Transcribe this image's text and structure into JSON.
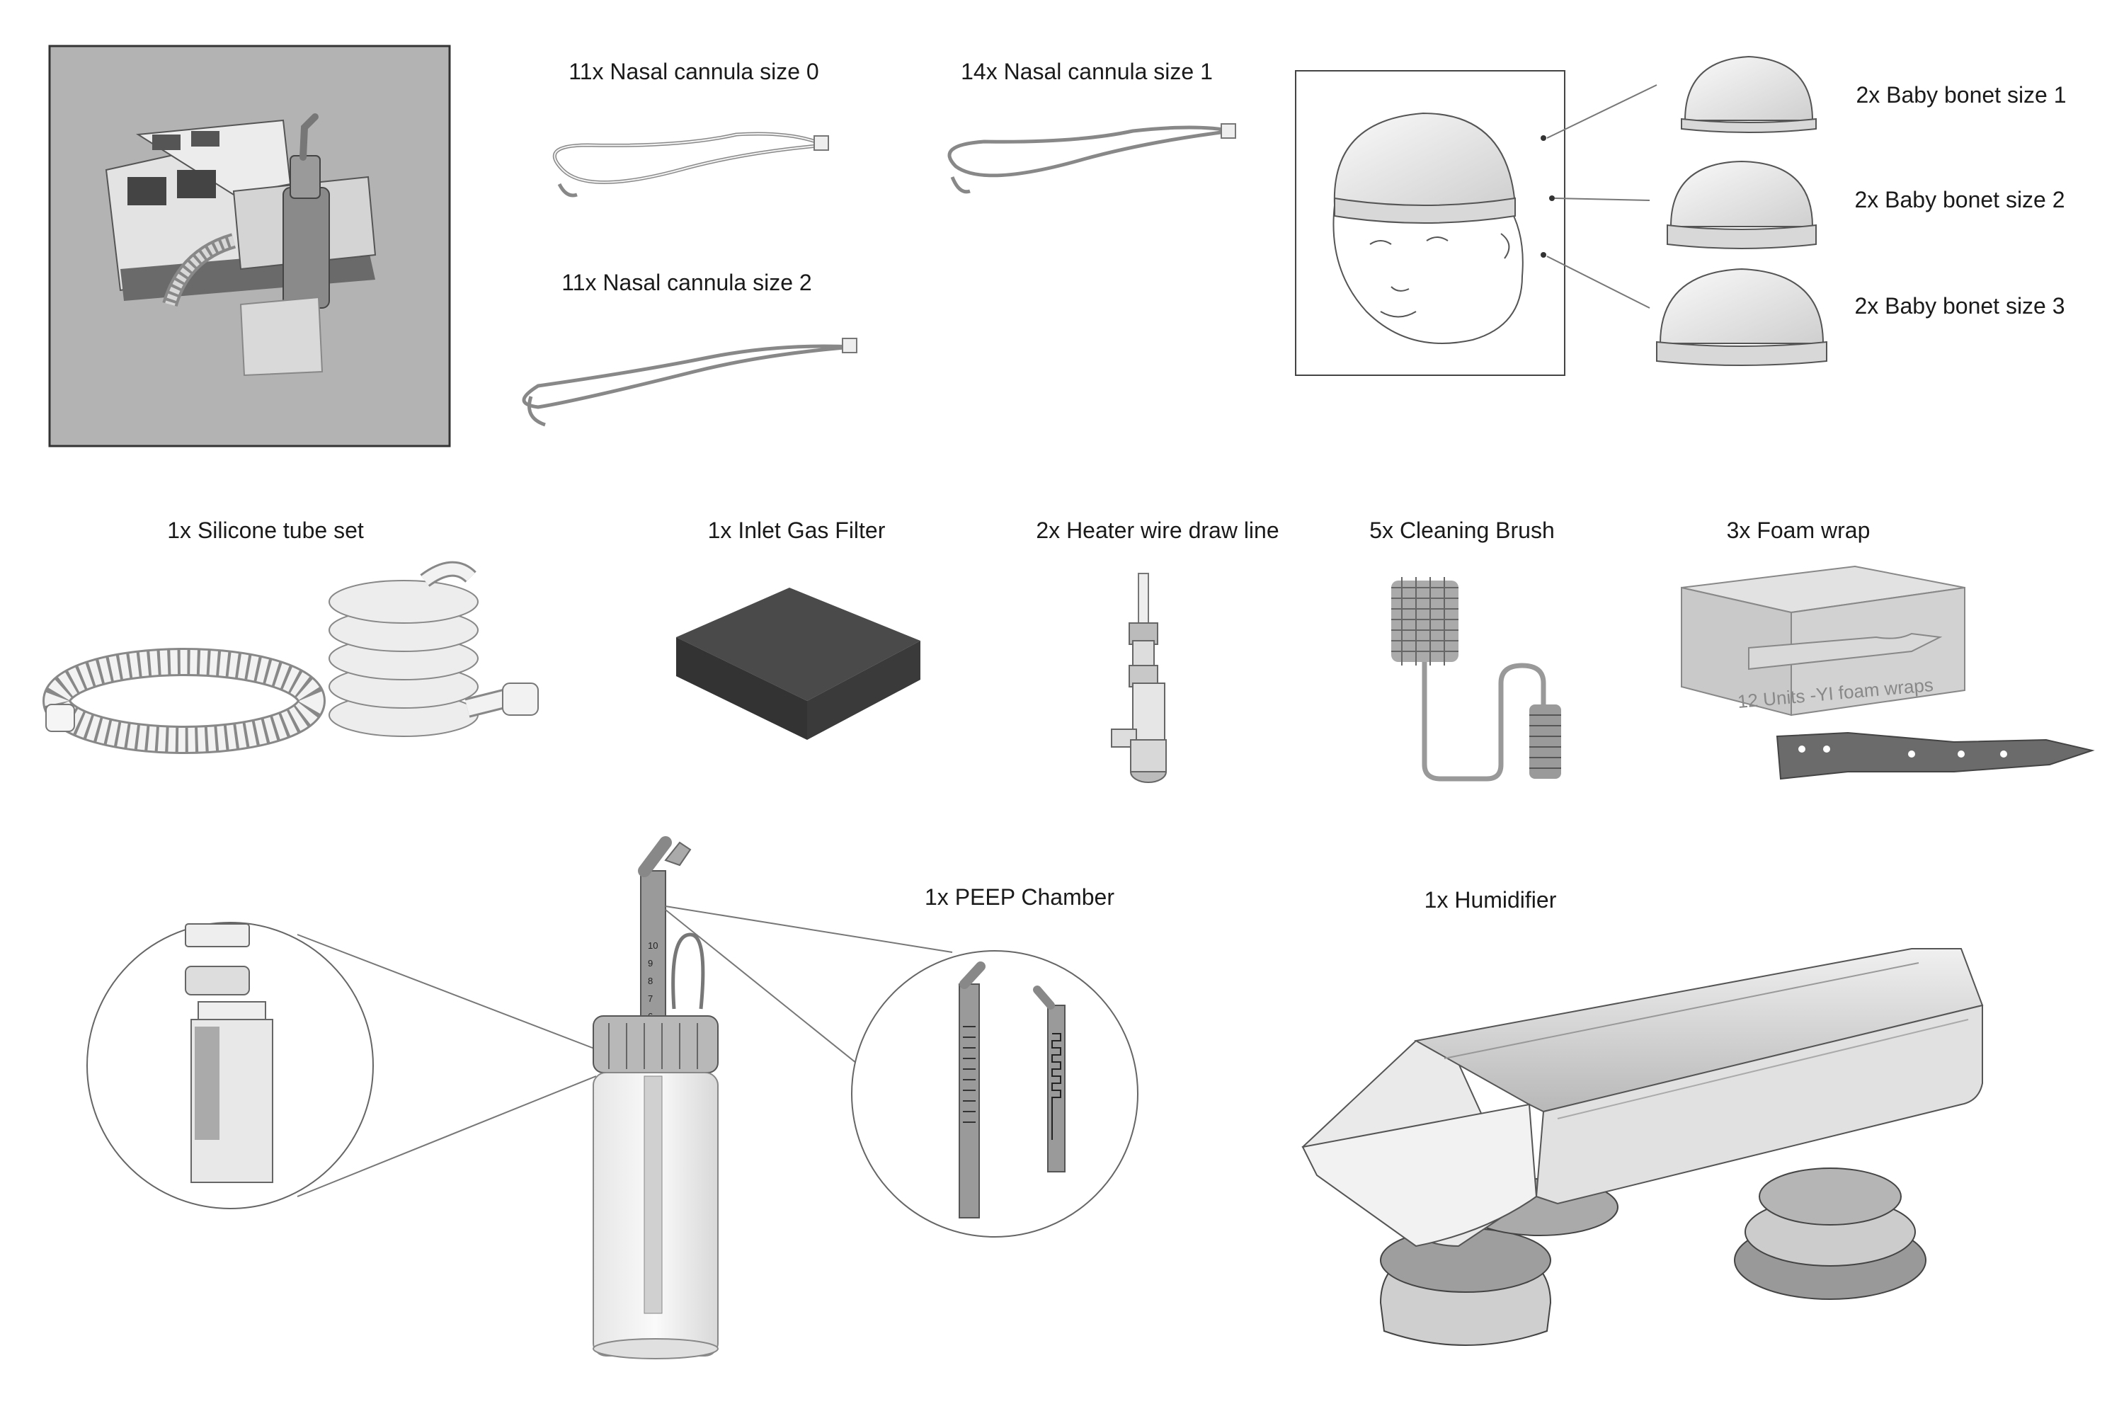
{
  "items": {
    "cannula_0": "11x Nasal cannula size 0",
    "cannula_1": "14x Nasal cannula size 1",
    "cannula_2": "11x Nasal cannula size 2",
    "bonnet_1": "2x Baby bonet size 1",
    "bonnet_2": "2x Baby bonet size 2",
    "bonnet_3": "2x Baby bonet size 3",
    "silicone_tube": "1x Silicone tube set",
    "inlet_filter": "1x Inlet Gas Filter",
    "heater_wire": "2x Heater wire draw line",
    "cleaning_brush": "5x Cleaning Brush",
    "foam_wrap": "3x Foam wrap",
    "peep_chamber": "1x PEEP Chamber",
    "humidifier": "1x Humidifier"
  },
  "foam_box_text": "12 Units -YI foam wraps",
  "peep_scale": [
    "10",
    "9",
    "8",
    "7",
    "6"
  ],
  "colors": {
    "panel_bg": "#b3b3b3",
    "outline": "#555555",
    "filter": "#4a4a4a",
    "foam": "#6b6b6b",
    "box": "#cfcfcf"
  }
}
